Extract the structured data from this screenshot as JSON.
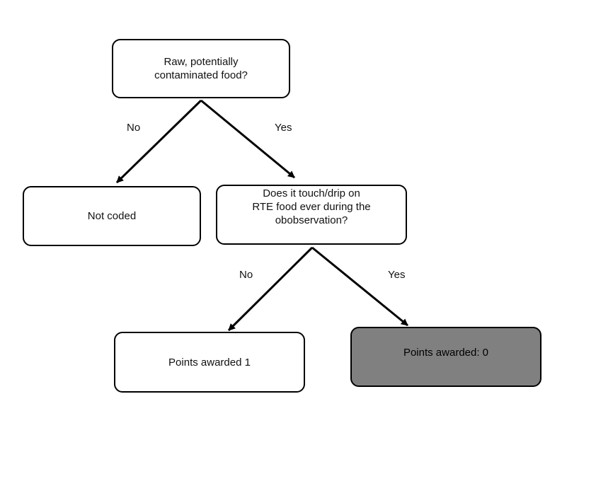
{
  "colors": {
    "stroke": "#000000",
    "node_fill": "#ffffff",
    "terminal_fill_dark": "#808080"
  },
  "nodes": {
    "question_raw_food": "Raw, potentially\ncontaminated food?",
    "result_not_coded": "Not coded",
    "question_touch_drip": "Does it touch/drip on\nRTE food ever during the\nobobservation?",
    "result_points_1": "Points awarded 1",
    "result_points_0": "Points awarded: 0"
  },
  "edges": {
    "raw_no": "No",
    "raw_yes": "Yes",
    "touch_no": "No",
    "touch_yes": "Yes"
  }
}
